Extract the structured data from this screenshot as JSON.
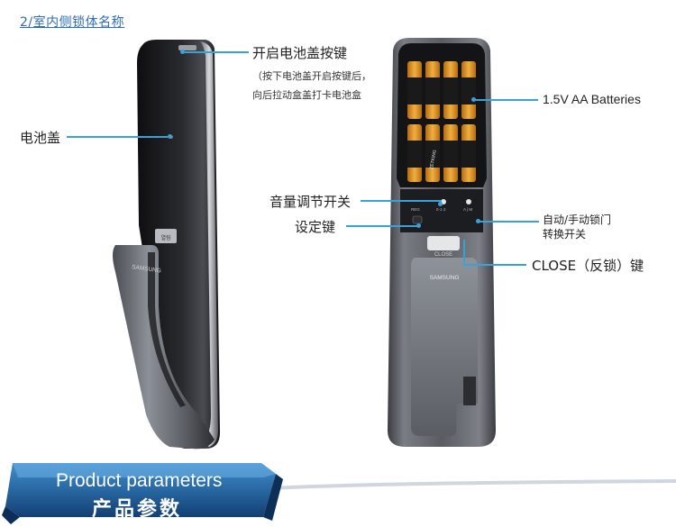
{
  "header": {
    "title": "2/室内侧锁体名称"
  },
  "left_view": {
    "open_button_label": "开启电池盖按键",
    "open_button_note_line1": "（按下电池盖开启按键后，",
    "open_button_note_line2": "向后拉动盒盖打卡电池盒",
    "battery_cover_label": "电池盖",
    "handle_brand": "SAMSUNG",
    "handle_button_text": "열림"
  },
  "right_view": {
    "batteries_label": "1.5V AA Batteries",
    "volume_switch_label": "音量调节开关",
    "setting_key_label": "设定键",
    "auto_manual_label_line1": "自动/手动锁门",
    "auto_manual_label_line2": "转换开关",
    "close_key_label": "CLOSE（反锁）键",
    "close_button_text": "CLOSE",
    "handle_brand": "SAMSUNG",
    "battery_brand": "ZETKING",
    "panel_switch_labels": [
      "REG",
      "0·1·2",
      "A | M"
    ]
  },
  "banner": {
    "text_en": "Product parameters",
    "text_cn": "产品参数"
  },
  "colors": {
    "accent": "#3aa0d8",
    "title": "#2f6db5",
    "banner": "#1d5e9e",
    "battery_gold": "#e29a2a"
  }
}
